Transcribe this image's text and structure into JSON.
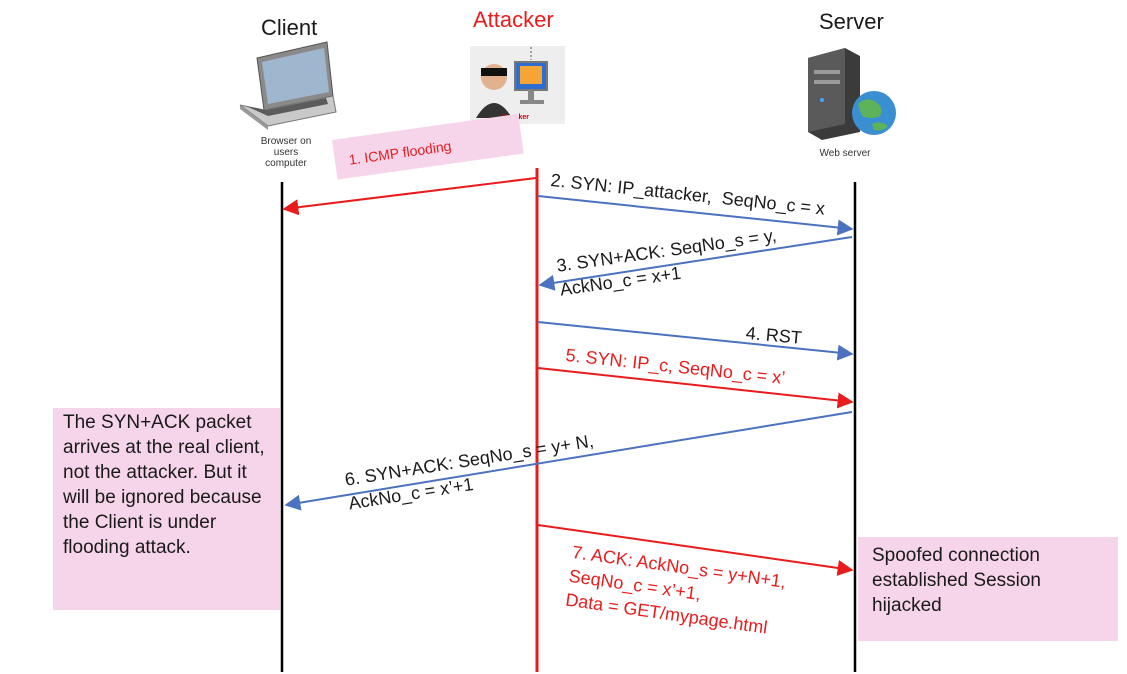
{
  "actors": {
    "client": {
      "title": "Client",
      "caption_lines": [
        "Browser on",
        "users",
        "computer"
      ]
    },
    "attacker": {
      "title": "Attacker",
      "icon_caption": "Attacker"
    },
    "server": {
      "title": "Server",
      "caption": "Web server"
    }
  },
  "messages": {
    "m1": "1. ICMP flooding",
    "m2": "2. SYN: IP_attacker,  SeqNo_c = x",
    "m3": "3. SYN+ACK: SeqNo_s = y,\nAckNo_c = x+1",
    "m4": "4. RST",
    "m5": "5. SYN: IP_c, SeqNo_c = x’",
    "m6": "6. SYN+ACK: SeqNo_s = y+ N,\nAckNo_c = x’+1",
    "m7": "7. ACK: AckNo_s = y+N+1,\nSeqNo_c = x’+1,\nData = GET/mypage.html"
  },
  "notes": {
    "left": "The SYN+ACK packet arrives at the real client, not the attacker. But it will be ignored because the Client is under flooding attack.",
    "right": "Spoofed connection established Session hijacked"
  },
  "colors": {
    "blue_arrow": "#4a72c0",
    "red_arrow": "#e81c1c",
    "note_bg": "#f6d4ea"
  }
}
